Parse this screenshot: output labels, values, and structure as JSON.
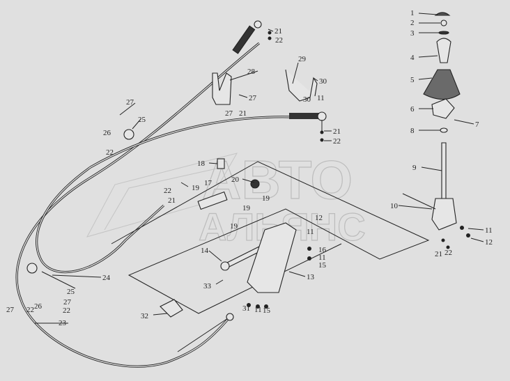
{
  "watermark": {
    "line1": "АВТО",
    "line2": "АЛЬЯНС"
  },
  "callouts": [
    "1",
    "2",
    "3",
    "4",
    "5",
    "6",
    "7",
    "8",
    "9",
    "10",
    "11",
    "12",
    "21",
    "22",
    "21",
    "22",
    "28",
    "27",
    "27",
    "21",
    "29",
    "30",
    "30",
    "11",
    "21",
    "22",
    "27",
    "26",
    "25",
    "22",
    "18",
    "22",
    "21",
    "19",
    "17",
    "20",
    "19",
    "19",
    "19",
    "12",
    "11",
    "14",
    "16",
    "11",
    "15",
    "13",
    "33",
    "31",
    "11",
    "15",
    "25",
    "24",
    "27",
    "22",
    "27",
    "22",
    "26",
    "23",
    "32"
  ]
}
